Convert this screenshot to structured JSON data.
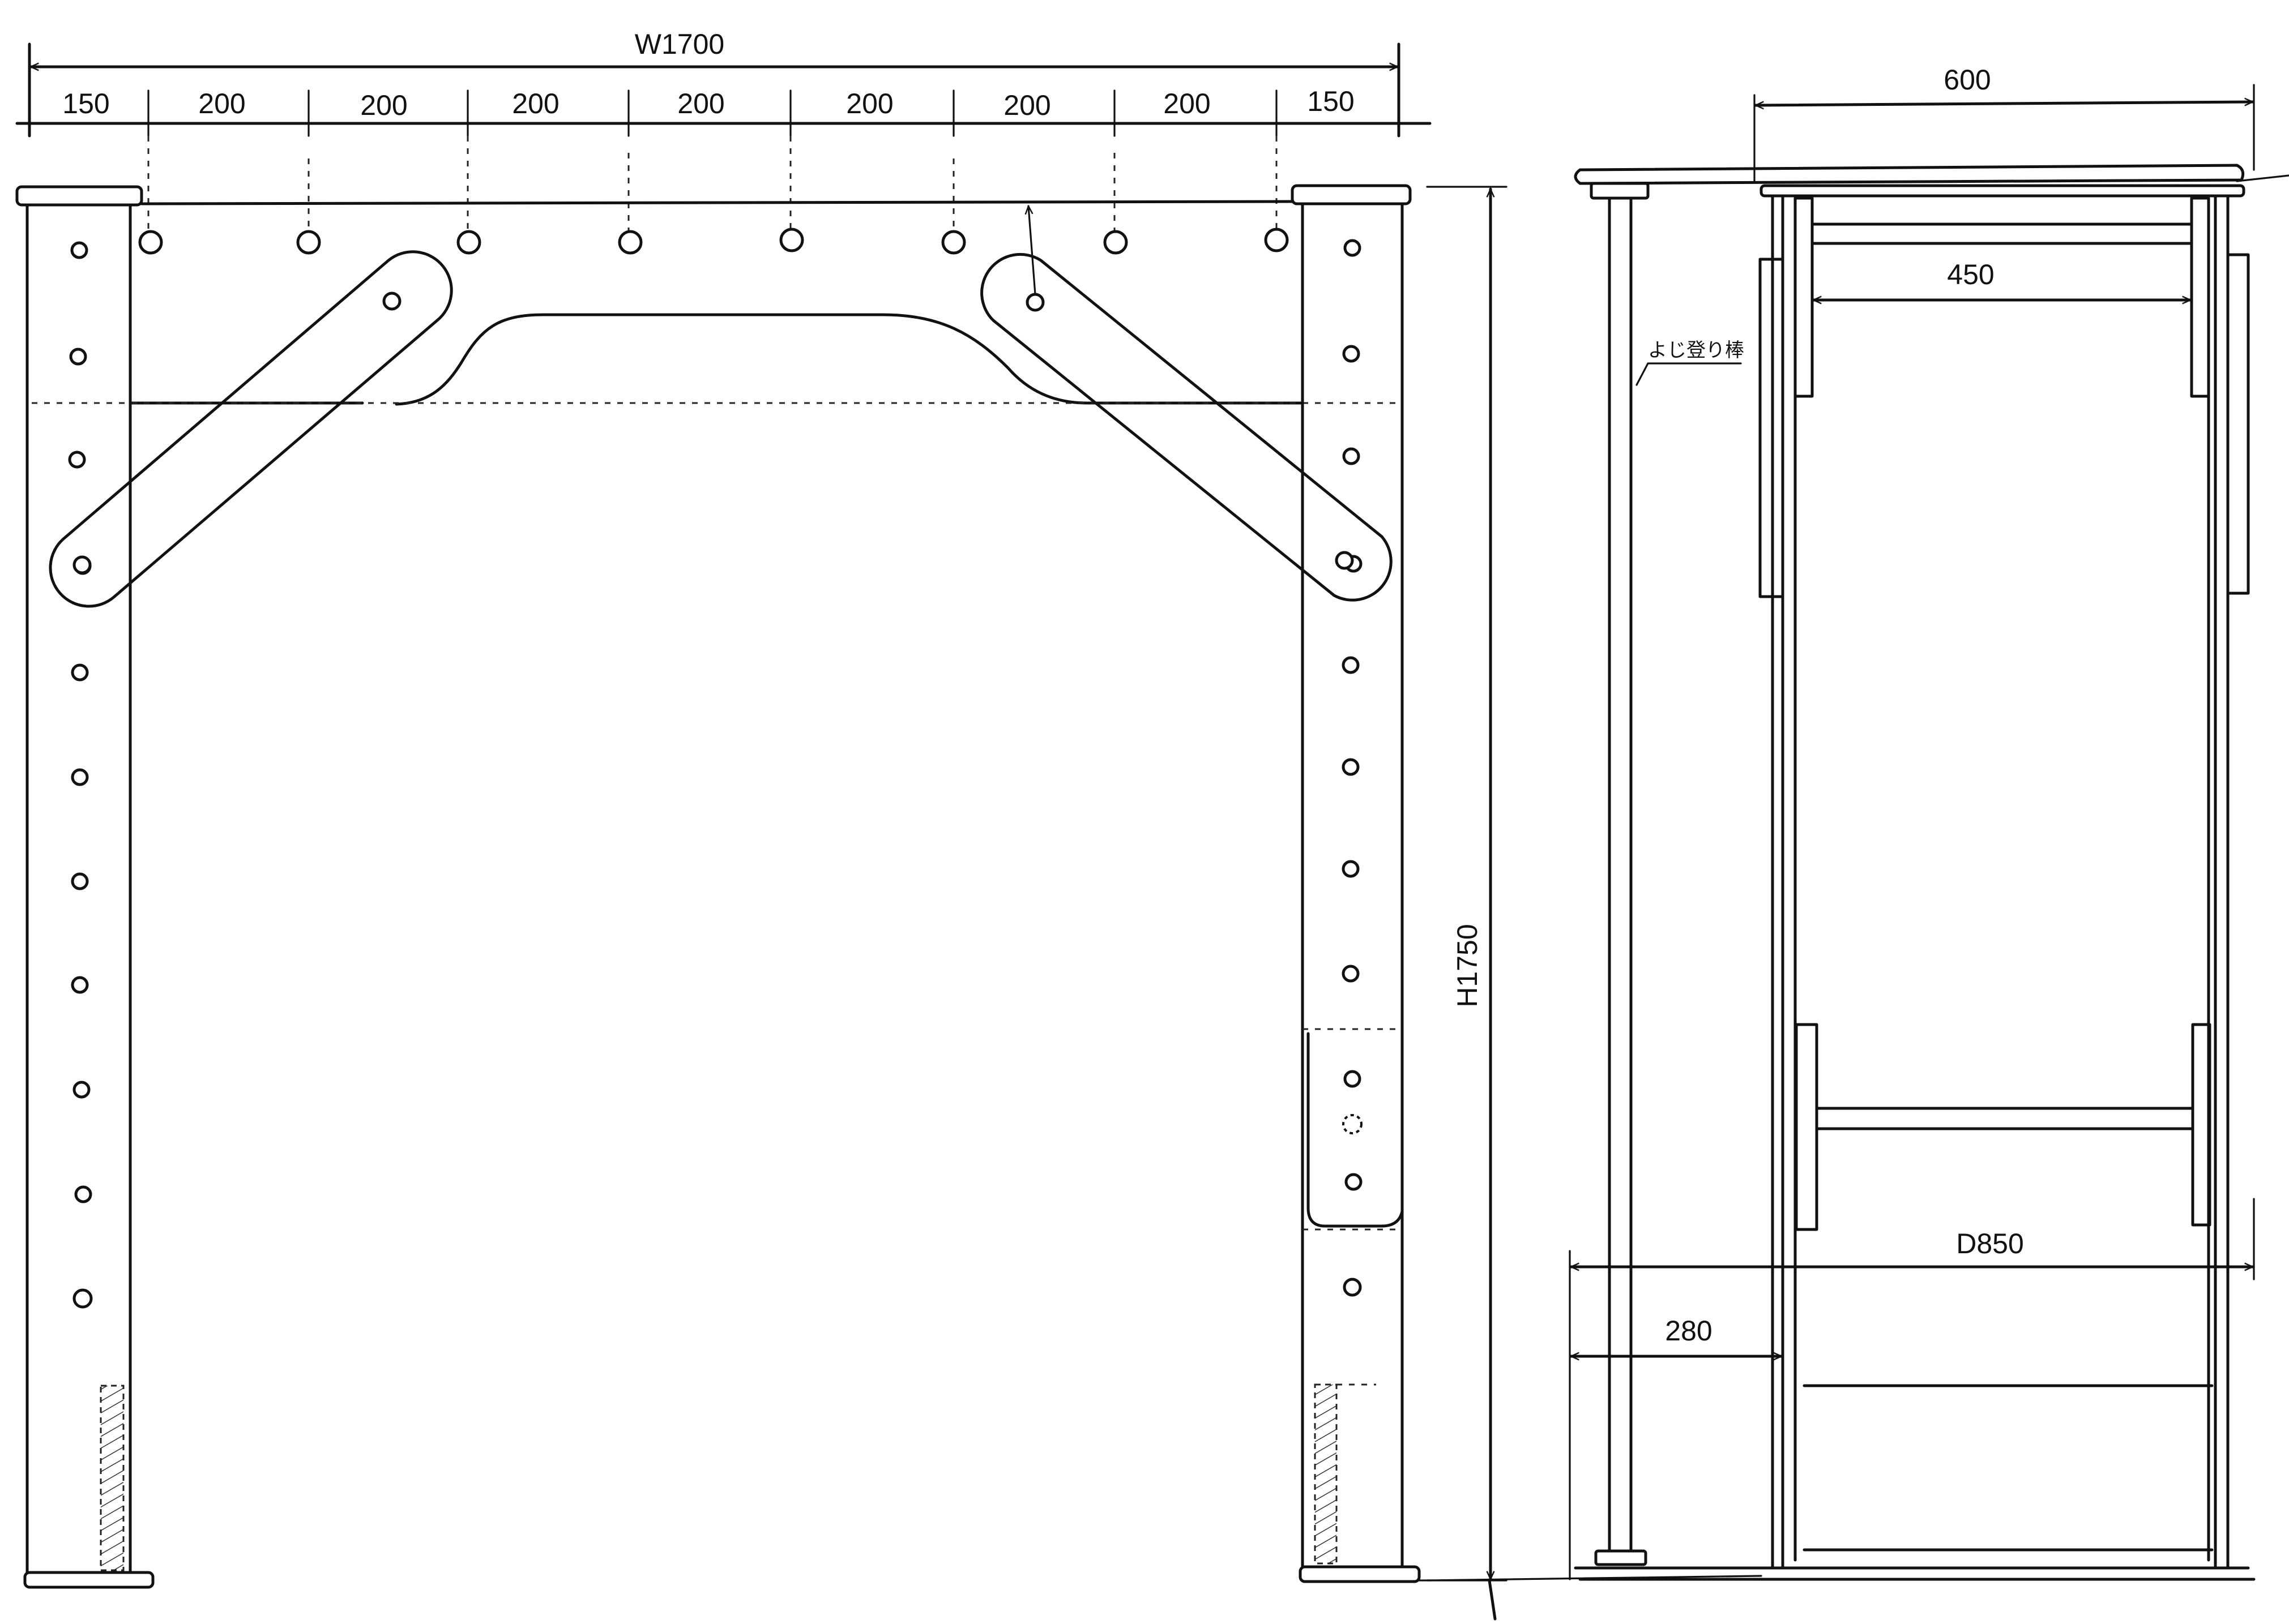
{
  "front_view": {
    "overall_width_label": "W1700",
    "segment_labels": [
      "150",
      "200",
      "200",
      "200",
      "200",
      "200",
      "200",
      "200",
      "150"
    ]
  },
  "height_label": "H1750",
  "side_view": {
    "top_width_label": "600",
    "inner_width_label": "450",
    "depth_label": "D850",
    "offset_label": "280",
    "pole_note": "よじ登り棒"
  }
}
